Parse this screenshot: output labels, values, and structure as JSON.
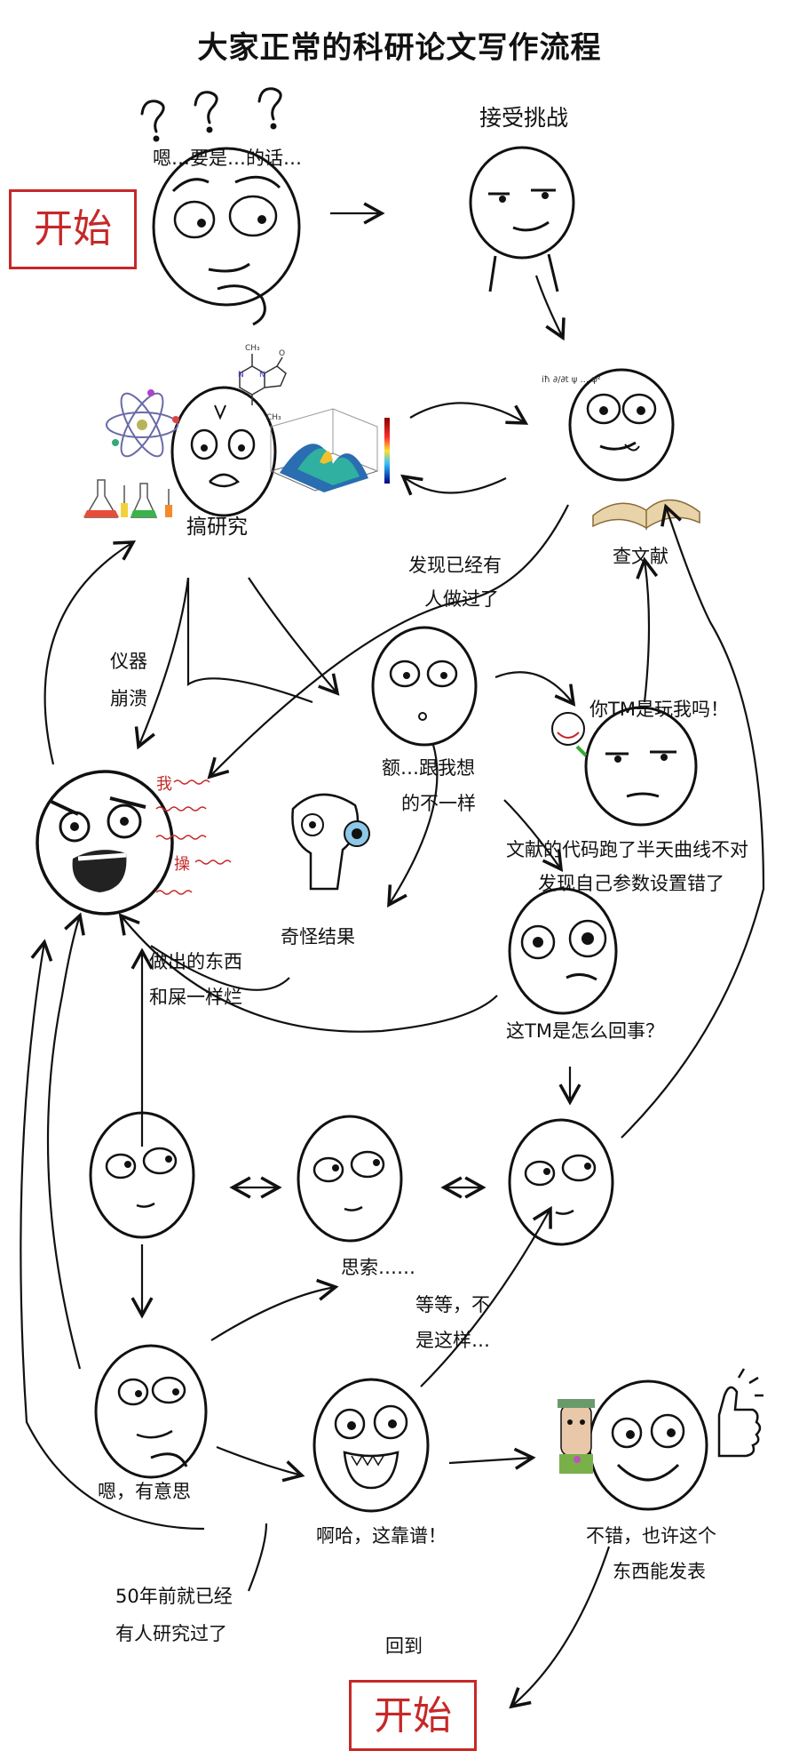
{
  "title": "大家正常的科研论文写作流程",
  "start_top": "开始",
  "start_bottom": "开始",
  "return_text": "回到",
  "labels": {
    "hmm_if": "嗯…要是…的话…",
    "accept_challenge": "接受挑战",
    "do_research": "搞研究",
    "check_literature": "查文献",
    "found_done": "发现已经有",
    "found_done2": "人做过了",
    "instrument": "仪器",
    "crash": "崩溃",
    "rage_wo": "我",
    "rage_cao": "操",
    "not_expected": "额…跟我想",
    "not_expected2": "的不一样",
    "kidding_me": "你TM是玩我吗！",
    "weird_result": "奇怪结果",
    "code_curve": "文献的代码跑了半天曲线不对",
    "param_wrong": "发现自己参数设置错了",
    "crap": "做出的东西",
    "crap2": "和屎一样烂",
    "what_happened": "这TM是怎么回事？",
    "thinking": "思索……",
    "wait_no": "等等，不",
    "wait_no2": "是这样…",
    "interesting": "嗯，有意思",
    "reliable": "啊哈，这靠谱！",
    "not_bad": "不错，也许这个",
    "not_bad2": "东西能发表",
    "fifty_years": "50年前就已经",
    "fifty_years2": "有人研究过了"
  },
  "colors": {
    "red": "#c62828",
    "ink": "#111111"
  }
}
